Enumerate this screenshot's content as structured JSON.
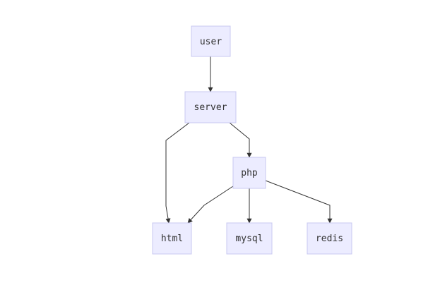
{
  "nodes": {
    "user": {
      "label": "user"
    },
    "server": {
      "label": "server"
    },
    "php": {
      "label": "php"
    },
    "html": {
      "label": "html"
    },
    "mysql": {
      "label": "mysql"
    },
    "redis": {
      "label": "redis"
    }
  },
  "edges": [
    {
      "from": "user",
      "to": "server"
    },
    {
      "from": "server",
      "to": "html"
    },
    {
      "from": "server",
      "to": "php"
    },
    {
      "from": "php",
      "to": "html"
    },
    {
      "from": "php",
      "to": "mysql"
    },
    {
      "from": "php",
      "to": "redis"
    }
  ],
  "colors": {
    "node_fill": "#ececff",
    "node_stroke": "#c8c8f0",
    "edge": "#333333",
    "text": "#333333"
  }
}
